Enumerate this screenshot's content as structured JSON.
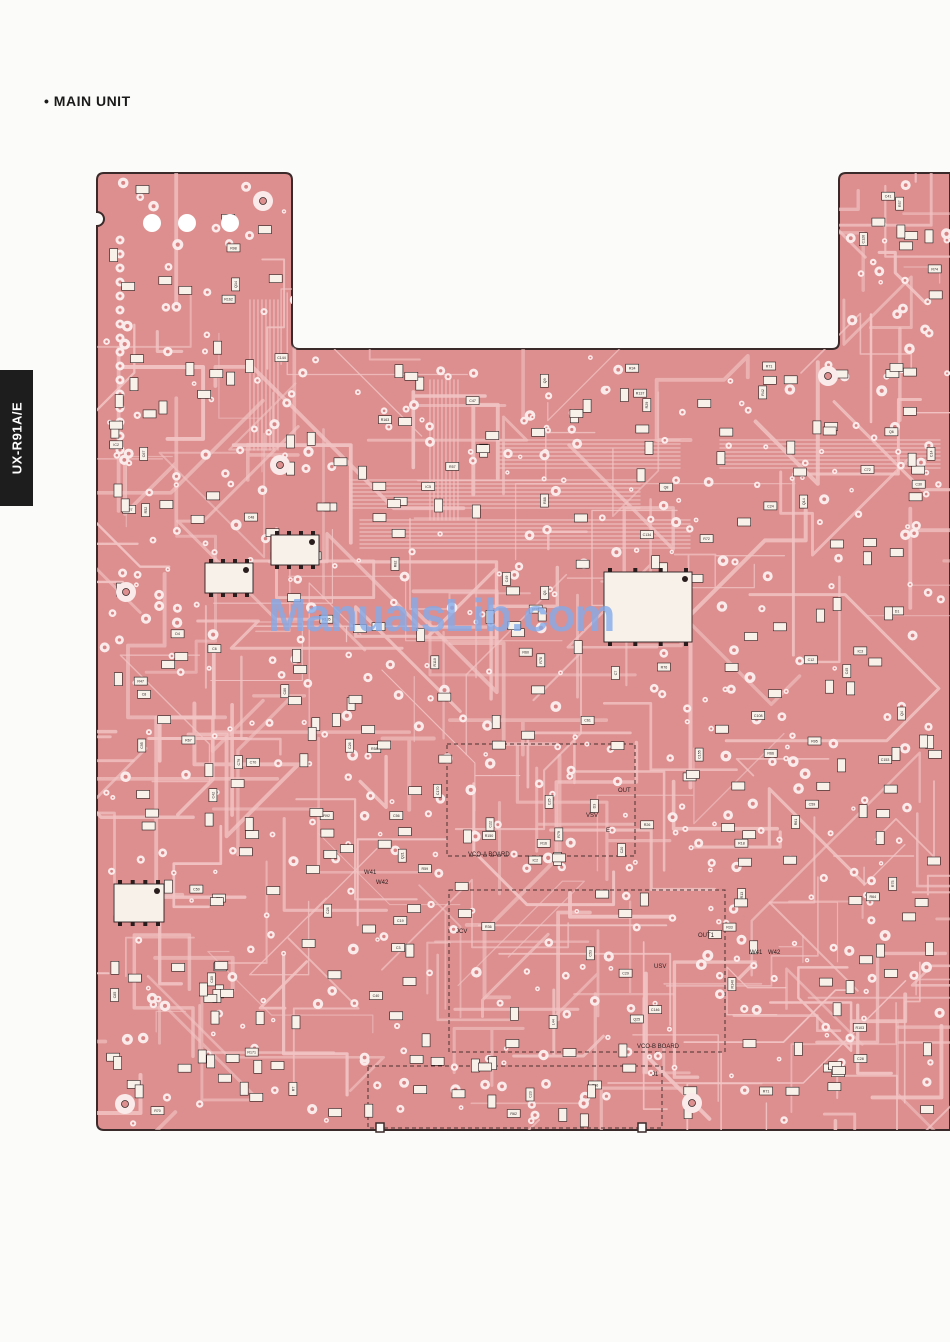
{
  "heading": "• MAIN UNIT",
  "side_tab": "UX-R91A/E",
  "watermark": "ManualsLib.com",
  "colors": {
    "board": "#dd8f8f",
    "board_outline": "#3b2a2a",
    "trace": "#f2c4c4",
    "pad": "#fbeaea",
    "component": "#f7f1ea",
    "label_text": "#2a1d1d",
    "watermark": "#8aaaeb"
  },
  "board_labels": {
    "vco_a": "VCO-A BOARD",
    "vco_b": "VCO-B BOARD",
    "jcv": "JCV",
    "usv": "USV",
    "vsv": "VSV",
    "out": "OUT",
    "out1": "OUT1",
    "w41_left": "W41",
    "w42_left": "W42",
    "w41_right": "W41",
    "w42_right": "W42",
    "j1": "J1",
    "e": "E"
  },
  "components": [
    {
      "ref": "R75"
    },
    {
      "ref": "R71"
    },
    {
      "ref": "R76"
    },
    {
      "ref": "R78"
    },
    {
      "ref": "R79"
    },
    {
      "ref": "C80"
    },
    {
      "ref": "R82"
    },
    {
      "ref": "C66"
    },
    {
      "ref": "R66"
    },
    {
      "ref": "R67"
    },
    {
      "ref": "R59"
    },
    {
      "ref": "C51"
    },
    {
      "ref": "IC5"
    },
    {
      "ref": "C50"
    },
    {
      "ref": "C59"
    },
    {
      "ref": "IC2"
    },
    {
      "ref": "C56"
    },
    {
      "ref": "R57"
    },
    {
      "ref": "C61"
    },
    {
      "ref": "C53"
    },
    {
      "ref": "C14"
    },
    {
      "ref": "R58"
    },
    {
      "ref": "C47"
    },
    {
      "ref": "Q3"
    },
    {
      "ref": "R34"
    },
    {
      "ref": "C6"
    },
    {
      "ref": "C7"
    },
    {
      "ref": "R33"
    },
    {
      "ref": "C8"
    },
    {
      "ref": "R7"
    },
    {
      "ref": "IC2"
    },
    {
      "ref": "C25"
    },
    {
      "ref": "R16"
    },
    {
      "ref": "R36"
    },
    {
      "ref": "C48"
    },
    {
      "ref": "R42"
    },
    {
      "ref": "C49"
    },
    {
      "ref": "R47"
    },
    {
      "ref": "C45"
    },
    {
      "ref": "C71"
    },
    {
      "ref": "C72"
    },
    {
      "ref": "R74"
    },
    {
      "ref": "R70"
    },
    {
      "ref": "R72"
    },
    {
      "ref": "C80"
    },
    {
      "ref": "C85"
    },
    {
      "ref": "Q14"
    },
    {
      "ref": "R13"
    },
    {
      "ref": "R71"
    },
    {
      "ref": "R18"
    },
    {
      "ref": "R57"
    },
    {
      "ref": "C41"
    },
    {
      "ref": "C26"
    },
    {
      "ref": "C40"
    },
    {
      "ref": "Q6"
    },
    {
      "ref": "Q8"
    },
    {
      "ref": "Q9"
    },
    {
      "ref": "R62"
    },
    {
      "ref": "R92"
    },
    {
      "ref": "R88"
    },
    {
      "ref": "C108"
    },
    {
      "ref": "R95"
    },
    {
      "ref": "C20"
    },
    {
      "ref": "C22"
    },
    {
      "ref": "IC3"
    },
    {
      "ref": "R64"
    },
    {
      "ref": "C67"
    },
    {
      "ref": "R98"
    },
    {
      "ref": "C23"
    },
    {
      "ref": "R60"
    },
    {
      "ref": "Q14"
    },
    {
      "ref": "C24"
    },
    {
      "ref": "R61"
    },
    {
      "ref": "C70"
    },
    {
      "ref": "R27"
    },
    {
      "ref": "C28"
    },
    {
      "ref": "R26"
    },
    {
      "ref": "C30"
    },
    {
      "ref": "R31"
    },
    {
      "ref": "R52"
    },
    {
      "ref": "R110"
    },
    {
      "ref": "C28"
    },
    {
      "ref": "L44"
    },
    {
      "ref": "Q4"
    },
    {
      "ref": "C42"
    },
    {
      "ref": "R135"
    },
    {
      "ref": "C126"
    },
    {
      "ref": "C134"
    },
    {
      "ref": "R150"
    },
    {
      "ref": "C153"
    },
    {
      "ref": "R163"
    },
    {
      "ref": "C155"
    },
    {
      "ref": "R140"
    },
    {
      "ref": "C79"
    },
    {
      "ref": "R103"
    },
    {
      "ref": "C170"
    },
    {
      "ref": "R137"
    },
    {
      "ref": "C144"
    },
    {
      "ref": "C146"
    },
    {
      "ref": "R162"
    },
    {
      "ref": "R171"
    },
    {
      "ref": "C95"
    },
    {
      "ref": "D1"
    },
    {
      "ref": "D2"
    },
    {
      "ref": "D3"
    },
    {
      "ref": "D4"
    },
    {
      "ref": "L5"
    },
    {
      "ref": "C19"
    },
    {
      "ref": "C12"
    },
    {
      "ref": "C3"
    },
    {
      "ref": "R29"
    },
    {
      "ref": "C29"
    },
    {
      "ref": "Q21"
    },
    {
      "ref": "Q25"
    }
  ]
}
